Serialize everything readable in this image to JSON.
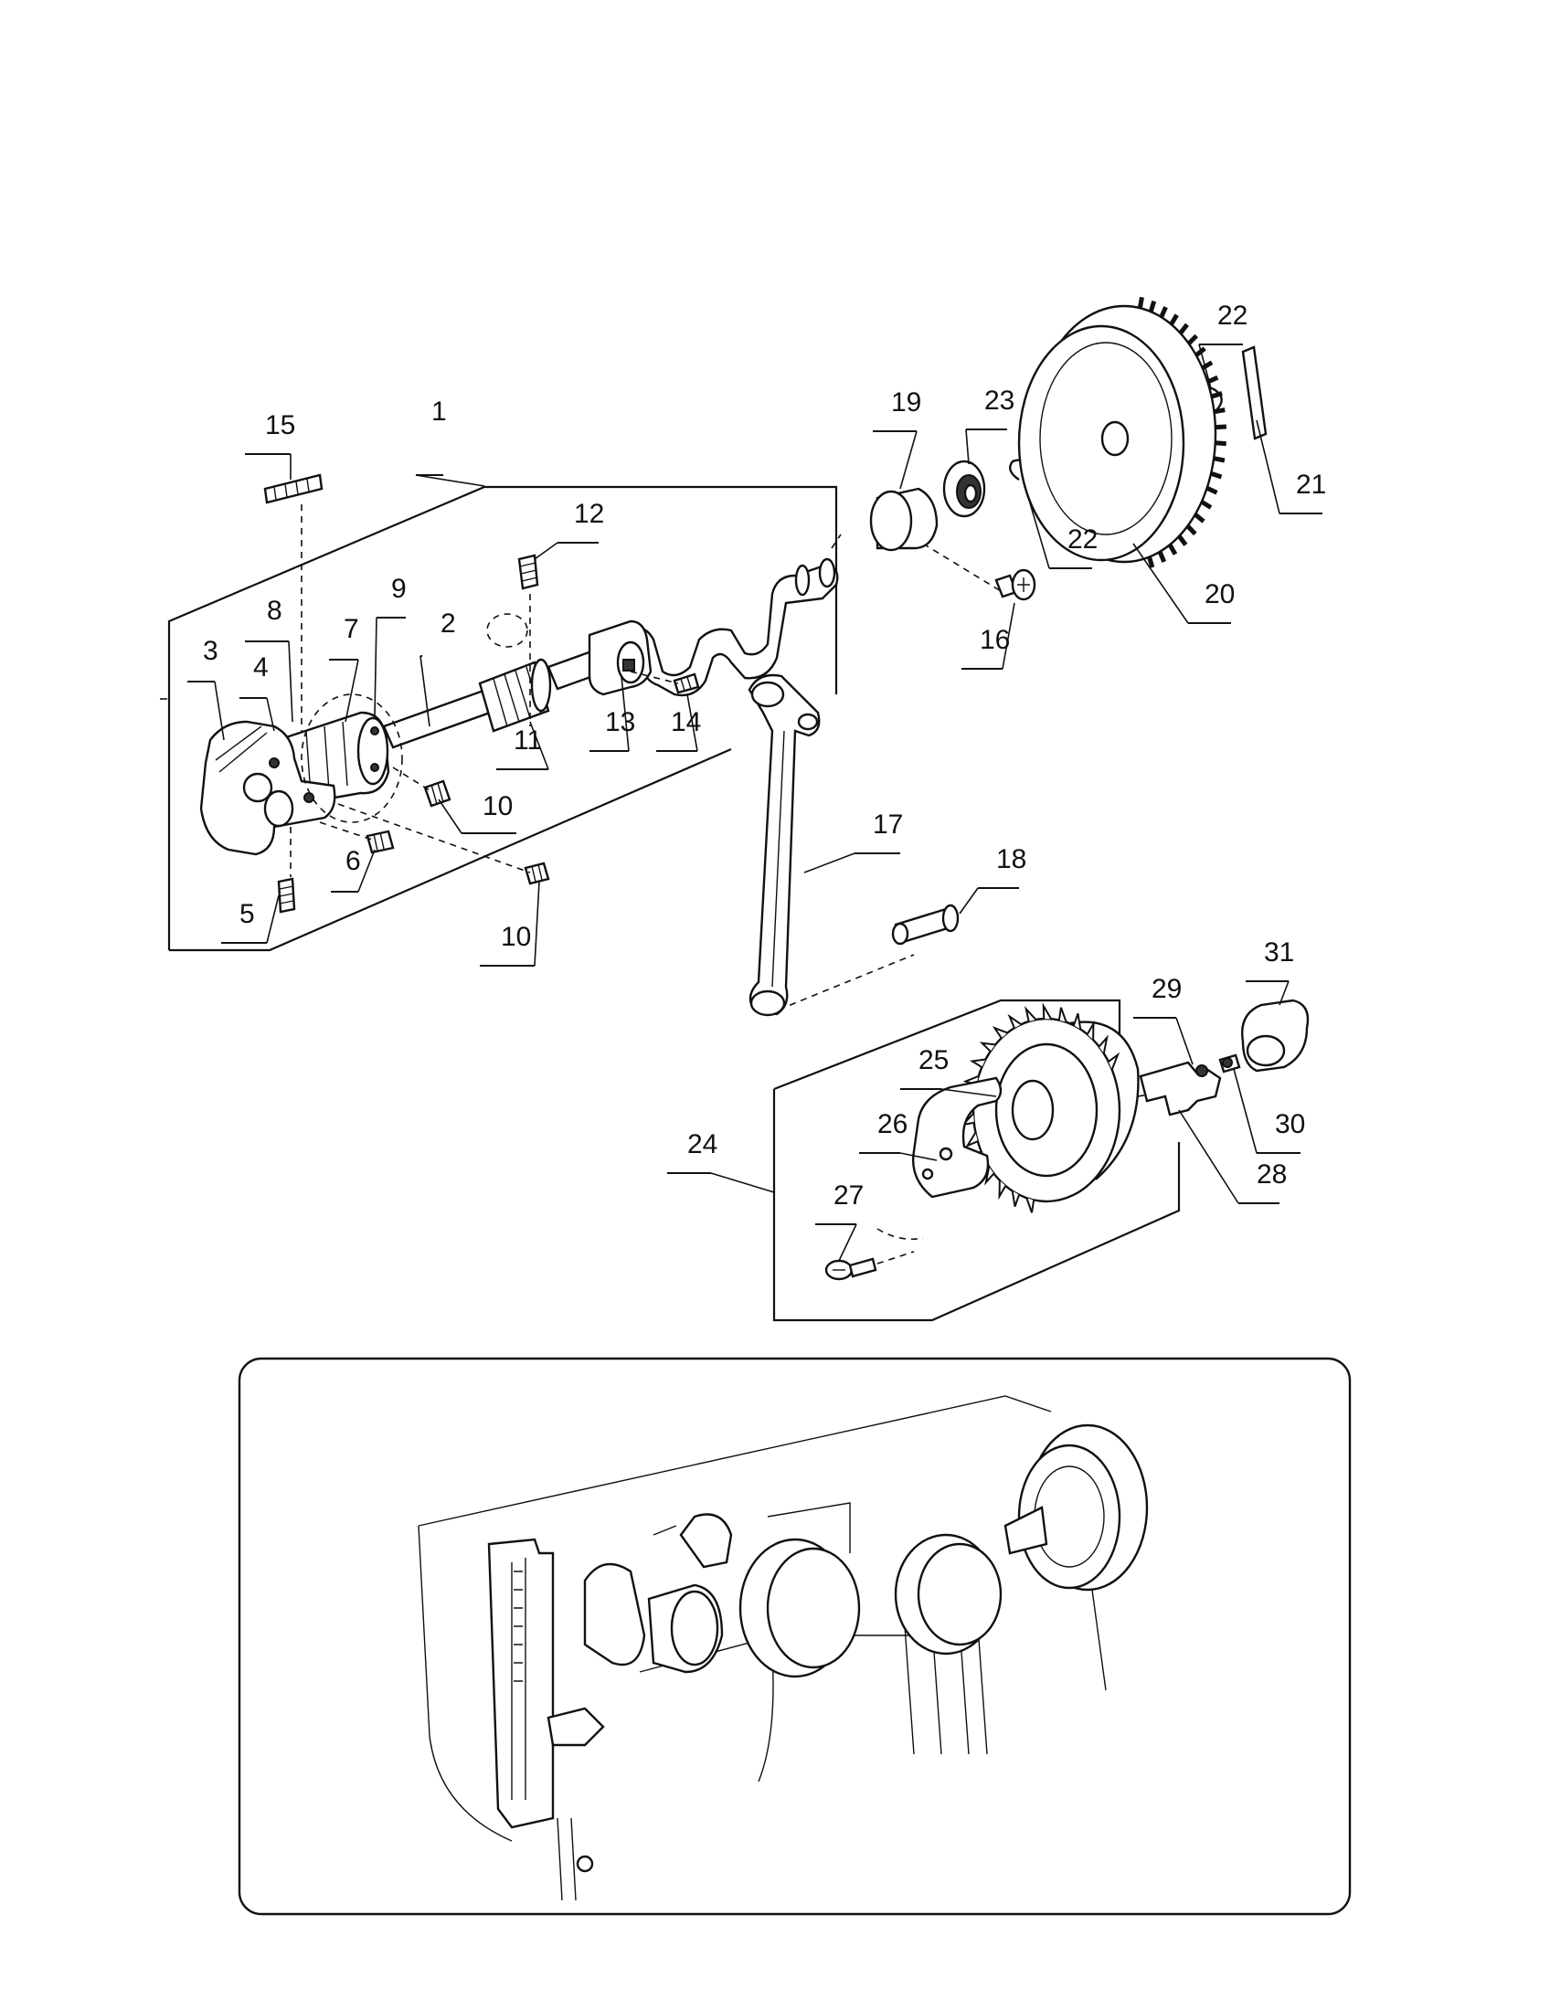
{
  "callouts": [
    {
      "n": "1"
    },
    {
      "n": "2"
    },
    {
      "n": "3"
    },
    {
      "n": "4"
    },
    {
      "n": "5"
    },
    {
      "n": "6"
    },
    {
      "n": "7"
    },
    {
      "n": "8"
    },
    {
      "n": "9"
    },
    {
      "n": "10"
    },
    {
      "n": "10"
    },
    {
      "n": "11"
    },
    {
      "n": "12"
    },
    {
      "n": "13"
    },
    {
      "n": "14"
    },
    {
      "n": "15"
    },
    {
      "n": "16"
    },
    {
      "n": "17"
    },
    {
      "n": "18"
    },
    {
      "n": "19"
    },
    {
      "n": "20"
    },
    {
      "n": "21"
    },
    {
      "n": "22"
    },
    {
      "n": "22"
    },
    {
      "n": "23"
    },
    {
      "n": "24"
    },
    {
      "n": "25"
    },
    {
      "n": "26"
    },
    {
      "n": "27"
    },
    {
      "n": "28"
    },
    {
      "n": "29"
    },
    {
      "n": "30"
    },
    {
      "n": "31"
    }
  ],
  "inset": {
    "icon": "machine-head-location-view"
  }
}
